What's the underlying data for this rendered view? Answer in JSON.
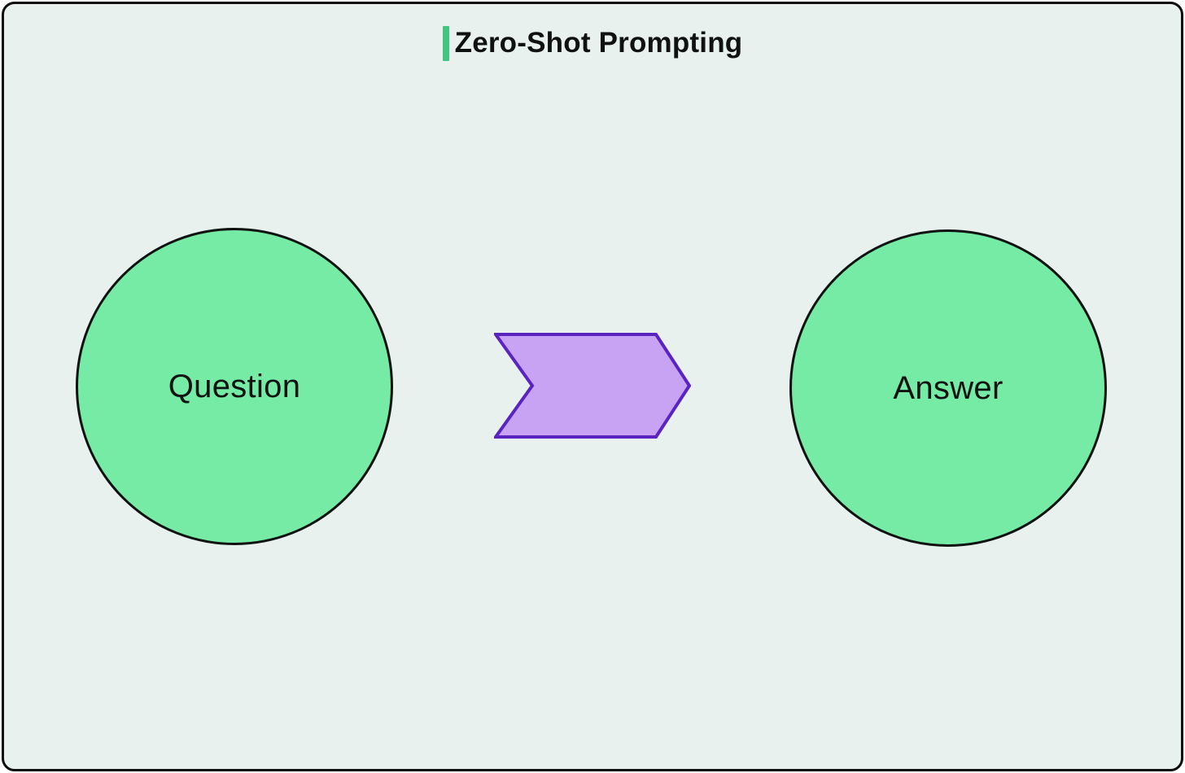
{
  "title": {
    "text": "Zero-Shot Prompting"
  },
  "nodes": [
    {
      "id": "question",
      "label": "Question"
    },
    {
      "id": "answer",
      "label": "Answer"
    }
  ],
  "connector": {
    "type": "chevron-arrow",
    "direction": "right"
  },
  "colors": {
    "bg": "#e8f1ee",
    "frame_stroke": "#0c0c0c",
    "text": "#101211",
    "accent": "#42c57f",
    "node_fill": "#75eba5",
    "node_stroke": "#101211",
    "arrow_fill": "#c9a3f3",
    "arrow_stroke": "#5b24c0"
  }
}
